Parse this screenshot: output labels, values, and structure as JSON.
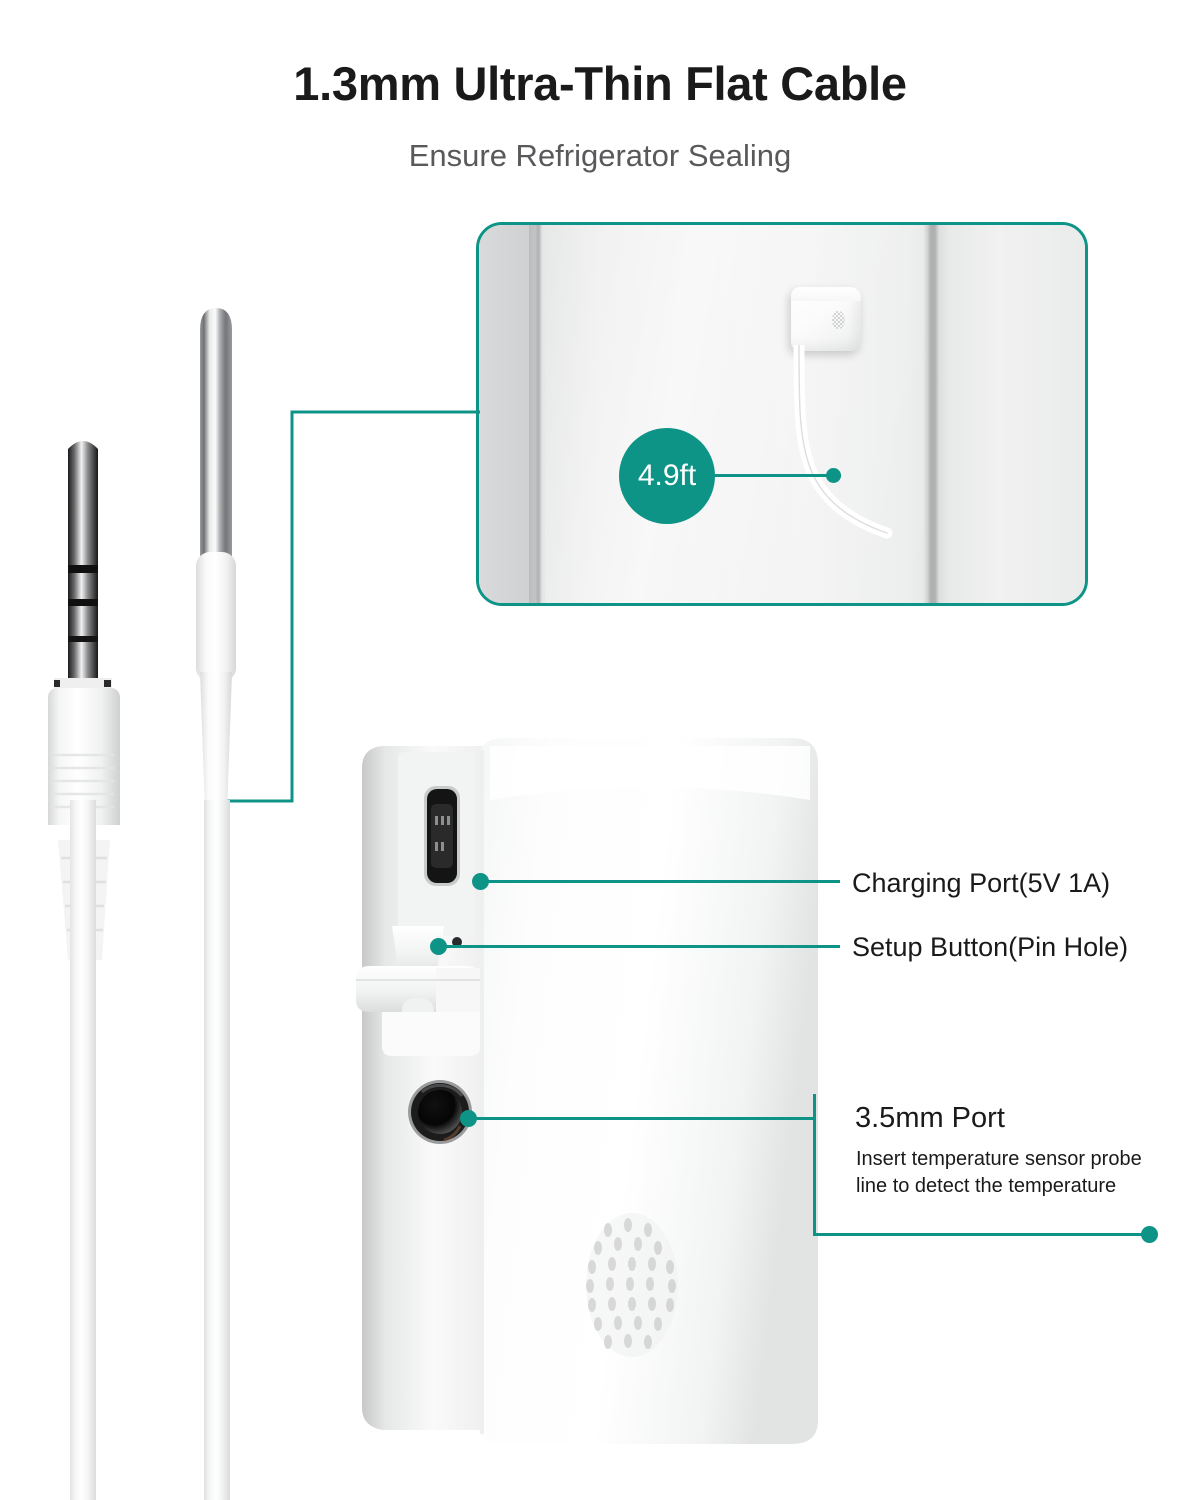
{
  "header": {
    "title": "1.3mm Ultra-Thin Flat Cable",
    "subtitle": "Ensure Refrigerator Sealing"
  },
  "inset": {
    "badge_label": "4.9ft",
    "scene_name": "refrigerator-door-with-sensor"
  },
  "callouts": [
    {
      "label": "Charging Port(5V 1A)"
    },
    {
      "label": "Setup Button(Pin Hole)"
    }
  ],
  "port_callout": {
    "title": "3.5mm Port",
    "desc_line1": "Insert temperature sensor probe",
    "desc_line2": "line to detect the temperature"
  },
  "colors": {
    "accent": "#0d9487",
    "title_text": "#1a1a1a",
    "subtitle_text": "#58595b",
    "background": "#ffffff"
  },
  "parts": {
    "jack": "3.5mm-trrs-plug",
    "probe": "stainless-temperature-probe",
    "cable": "ultra-thin-flat-cable",
    "device": "wifi-temperature-sensor-unit"
  }
}
